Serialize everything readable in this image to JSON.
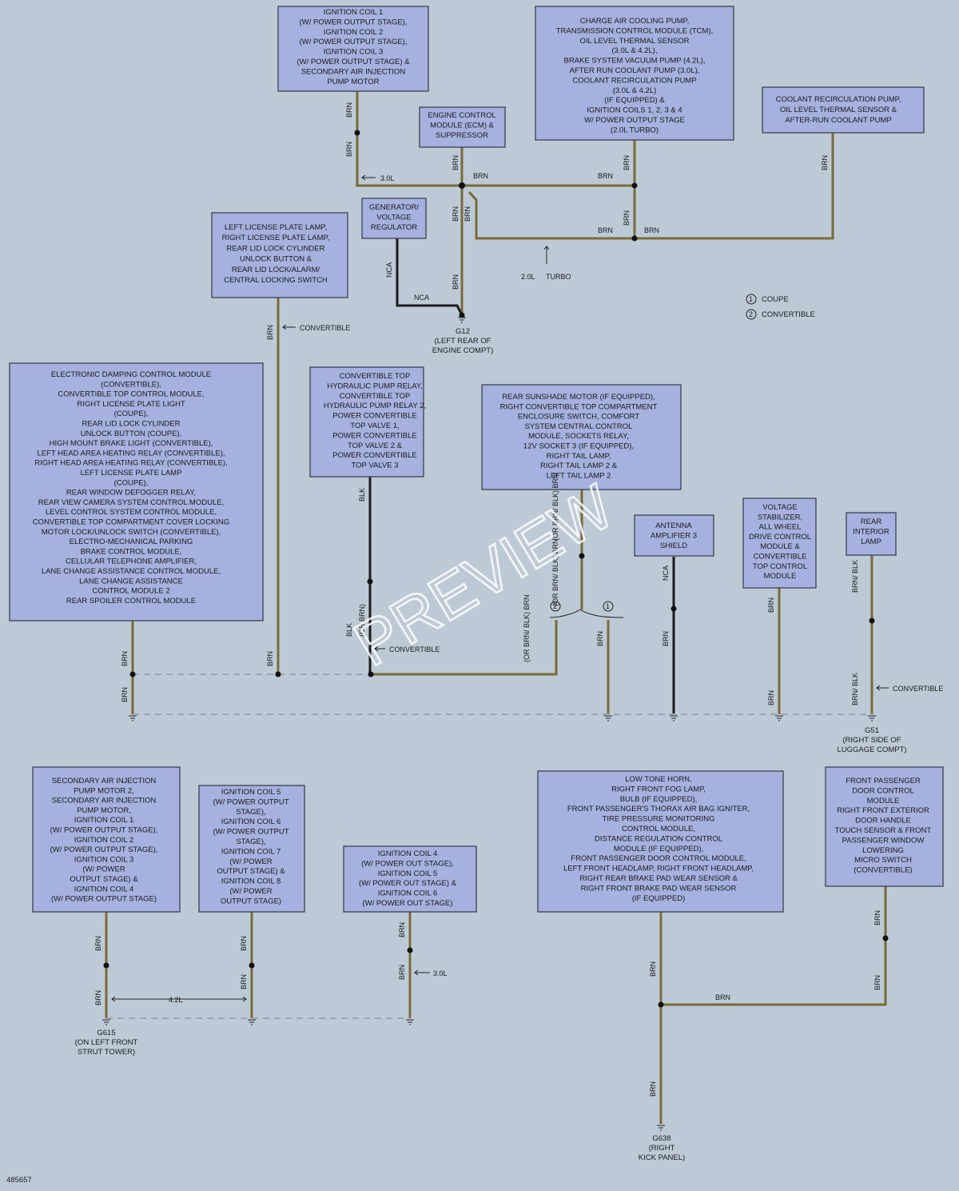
{
  "boxes": {
    "ign_coil_top": [
      "IGNITION COIL 1",
      "(W/ POWER OUTPUT STAGE),",
      "IGNITION COIL 2",
      "(W/ POWER OUTPUT STAGE),",
      "IGNITION COIL 3",
      "(W/ POWER OUTPUT STAGE) &",
      "SECONDARY AIR INJECTION",
      "PUMP MOTOR"
    ],
    "charge_air": [
      "CHARGE AIR COOLING PUMP,",
      "TRANSMISSION CONTROL MODULE (TCM),",
      "OIL LEVEL THERMAL SENSOR",
      "(3.0L & 4.2L),",
      "BRAKE SYSTEM VACUUM PUMP (4.2L),",
      "AFTER RUN COOLANT PUMP (3.0L),",
      "COOLANT RECIRCULATION PUMP",
      "(3.0L & 4.2L)",
      "(IF EQUIPPED) &",
      "IGNITION COILS 1, 2, 3 & 4",
      "W/ POWER OUTPUT STAGE",
      "(2.0L TURBO)"
    ],
    "coolant_recirc": [
      "COOLANT RECIRCULATION PUMP,",
      "OIL LEVEL THERMAL SENSOR &",
      "AFTER-RUN COOLANT PUMP"
    ],
    "ecm": [
      "ENGINE CONTROL",
      "MODULE (ECM) &",
      "SUPPRESSOR"
    ],
    "generator": [
      "GENERATOR/",
      "VOLTAGE",
      "REGULATOR"
    ],
    "license_plate": [
      "LEFT LICENSE PLATE LAMP,",
      "RIGHT LICENSE PLATE LAMP,",
      "REAR LID LOCK CYLINDER",
      "UNLOCK BUTTON &",
      "REAR LID LOCK/ALARM/",
      "CENTRAL LOCKING SWITCH"
    ],
    "damping": [
      "ELECTRONIC DAMPING CONTROL MODULE",
      "(CONVERTIBLE),",
      "CONVERTIBLE TOP CONTROL MODULE,",
      "RIGHT LICENSE PLATE LIGHT",
      "(COUPE),",
      "REAR LID LOCK CYLINDER",
      "UNLOCK BUTTON (COUPE),",
      "HIGH MOUNT BRAKE LIGHT (CONVERTIBLE),",
      "LEFT HEAD AREA HEATING RELAY (CONVERTIBLE),",
      "RIGHT HEAD AREA HEATING RELAY (CONVERTIBLE),",
      "LEFT LICENSE PLATE LAMP",
      "(COUPE),",
      "REAR WINDOW DEFOGGER RELAY,",
      "REAR VIEW CAMERA SYSTEM CONTROL MODULE,",
      "LEVEL CONTROL SYSTEM CONTROL MODULE,",
      "CONVERTIBLE TOP COMPARTMENT COVER LOCKING",
      "MOTOR LOCK/UNLOCK SWITCH (CONVERTIBLE),",
      "ELECTRO-MECHANICAL PARKING",
      "BRAKE CONTROL MODULE,",
      "CELLULAR TELEPHONE AMPLIFIER,",
      "LANE CHANGE ASSISTANCE CONTROL MODULE,",
      "LANE CHANGE ASSISTANCE",
      "CONTROL MODULE 2",
      "REAR SPOILER CONTROL MODULE"
    ],
    "conv_top": [
      "CONVERTIBLE TOP",
      "HYDRAULIC PUMP RELAY,",
      "CONVERTIBLE TOP",
      "HYDRAULIC PUMP RELAY 2,",
      "POWER CONVERTIBLE",
      "TOP VALVE 1,",
      "POWER CONVERTIBLE",
      "TOP VALVE 2 &",
      "POWER CONVERTIBLE",
      "TOP VALVE 3"
    ],
    "sunshade": [
      "REAR SUNSHADE MOTOR (IF EQUIPPED),",
      "RIGHT CONVERTIBLE TOP COMPARTMENT",
      "ENCLOSURE SWITCH, COMFORT",
      "SYSTEM CENTRAL CONTROL",
      "MODULE, SOCKETS RELAY,",
      "12V SOCKET 3 (IF EQUIPPED),",
      "RIGHT TAIL LAMP,",
      "RIGHT TAIL LAMP 2 &",
      "LEFT TAIL LAMP 2"
    ],
    "antenna": [
      "ANTENNA",
      "AMPLIFIER 3",
      "SHIELD"
    ],
    "voltage_stab": [
      "VOLTAGE",
      "STABILIZER,",
      "ALL WHEEL",
      "DRIVE CONTROL",
      "MODULE &",
      "CONVERTIBLE",
      "TOP CONTROL",
      "MODULE"
    ],
    "rear_interior": [
      "REAR",
      "INTERIOR",
      "LAMP"
    ],
    "sec_air": [
      "SECONDARY AIR INJECTION",
      "PUMP MOTOR 2,",
      "SECONDARY AIR INJECTION",
      "PUMP MOTOR,",
      "IGNITION COIL 1",
      "(W/ POWER OUTPUT STAGE),",
      "IGNITION COIL 2",
      "(W/ POWER OUTPUT STAGE),",
      "IGNITION COIL 3",
      "(W/ POWER",
      "OUTPUT STAGE) &",
      "IGNITION COIL 4",
      "(W/ POWER OUTPUT STAGE)"
    ],
    "ign_coil5": [
      "IGNITION COIL 5",
      "(W/ POWER OUTPUT",
      "STAGE),",
      "IGNITION COIL 6",
      "(W/ POWER OUTPUT",
      "STAGE),",
      "IGNITION COIL 7",
      "(W/ POWER",
      "OUTPUT STAGE) &",
      "IGNITION COIL 8",
      "(W/ POWER",
      "OUTPUT STAGE)"
    ],
    "ign_coil4": [
      "IGNITION COIL 4",
      "(W/ POWER OUT STAGE),",
      "IGNITION COIL 5",
      "(W/ POWER OUT STAGE) &",
      "IGNITION COIL 6",
      "(W/ POWER OUT STAGE)"
    ],
    "horn": [
      "LOW TONE HORN,",
      "RIGHT FRONT FOG LAMP,",
      "BULB (IF EQUIPPED),",
      "FRONT PASSENGER'S THORAX AIR BAG IGNITER,",
      "TIRE PRESSURE MONITORING",
      "CONTROL MODULE,",
      "DISTANCE REGULATION CONTROL",
      "MODULE (IF EQUIPPED),",
      "FRONT PASSENGER DOOR CONTROL MODULE,",
      "LEFT FRONT HEADLAMP, RIGHT FRONT HEADLAMP,",
      "RIGHT REAR BRAKE PAD WEAR SENSOR &",
      "RIGHT FRONT BRAKE PAD WEAR SENSOR",
      "(IF EQUIPPED)"
    ],
    "front_pass": [
      "FRONT PASSENGER",
      "DOOR CONTROL",
      "MODULE",
      "RIGHT FRONT EXTERIOR",
      "DOOR HANDLE",
      "TOUCH SENSOR & FRONT",
      "PASSENGER WINDOW",
      "LOWERING",
      "MICRO SWITCH",
      "(CONVERTIBLE)"
    ]
  },
  "wire_labels": {
    "brn": "BRN",
    "blk": "BLK",
    "nca": "NCA",
    "brn_blk": "BRN/ BLK",
    "or_brn": "(OR BRN)",
    "or_brn_blk_brn": "(OR BRN/ BLK) BRN",
    "v_3_0l": "3.0L",
    "v_4_2l": "4.2L",
    "turbo_2_0l": "2.0L",
    "turbo": "TURBO",
    "convertible": "CONVERTIBLE"
  },
  "grounds": {
    "g12": [
      "G12",
      "(LEFT REAR OF",
      "ENGINE COMPT)"
    ],
    "g51": [
      "G51",
      "(RIGHT SIDE OF",
      "LUGGAGE COMPT)"
    ],
    "g615": [
      "G615",
      "(ON LEFT FRONT",
      "STRUT TOWER)"
    ],
    "g638": [
      "G638",
      "(RIGHT",
      "KICK PANEL)"
    ]
  },
  "legend": {
    "coupe_num": "1",
    "coupe_label": "COUPE",
    "conv_num": "2",
    "conv_label": "CONVERTIBLE"
  },
  "watermark": "PREVIEW",
  "figure_id": "485657",
  "colors": {
    "background": "#bdcad6",
    "box_fill": "#a6b1df",
    "wire_brn": "#7a6a38",
    "wire_blk": "#1c1c1c"
  }
}
